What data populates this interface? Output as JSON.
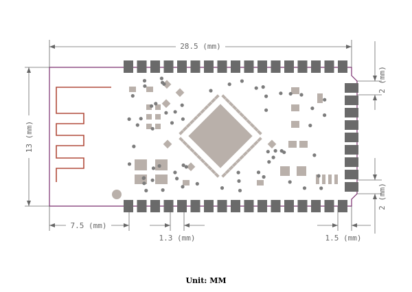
{
  "dimensions": {
    "width": "28.5 (mm)",
    "height": "13 (mm)",
    "antenna_offset": "7.5 (mm)",
    "pin_pitch": "1.3 (mm)",
    "edge_pitch": "1.5 (mm)",
    "right_top": "2 (mm)",
    "right_bottom": "2 (mm)"
  },
  "caption": "Unit: MM",
  "pins": {
    "top_count": 17,
    "bottom_count": 17,
    "right_count": 9
  },
  "colors": {
    "outline": "#7a2e6e",
    "antenna": "#b04a3a",
    "pad": "#6a6a6a",
    "component": "#b9b0aa",
    "dot": "#7c7c7c",
    "dim_line": "#666666"
  }
}
